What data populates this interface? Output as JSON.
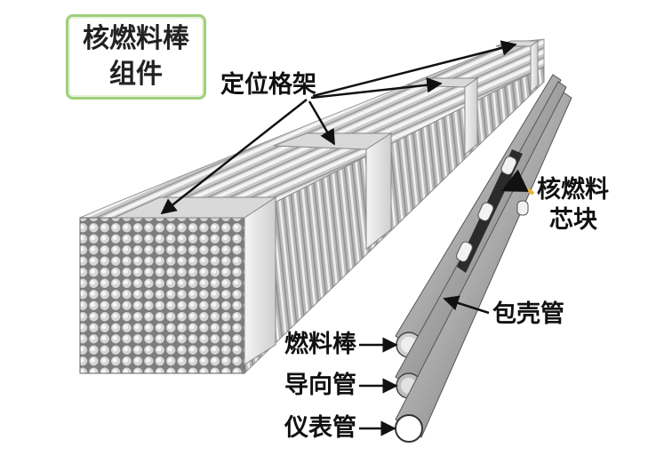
{
  "title_box": {
    "line1": "核燃料棒",
    "line2": "组件"
  },
  "labels": {
    "grid": "定位格架",
    "pellet_line1": "核燃料",
    "pellet_line2": "芯块",
    "cladding": "包壳管",
    "fuel_rod": "燃料棒",
    "guide_tube": "导向管",
    "instrument_tube": "仪表管"
  },
  "colors": {
    "title_border": "#9ecf7c",
    "rod_light": "#f2f2f2",
    "rod_dark": "#8a8a8a",
    "grid_face": "#e6e6e6",
    "pellet_arrow": "#e8b62c",
    "arrow": "#111111"
  }
}
